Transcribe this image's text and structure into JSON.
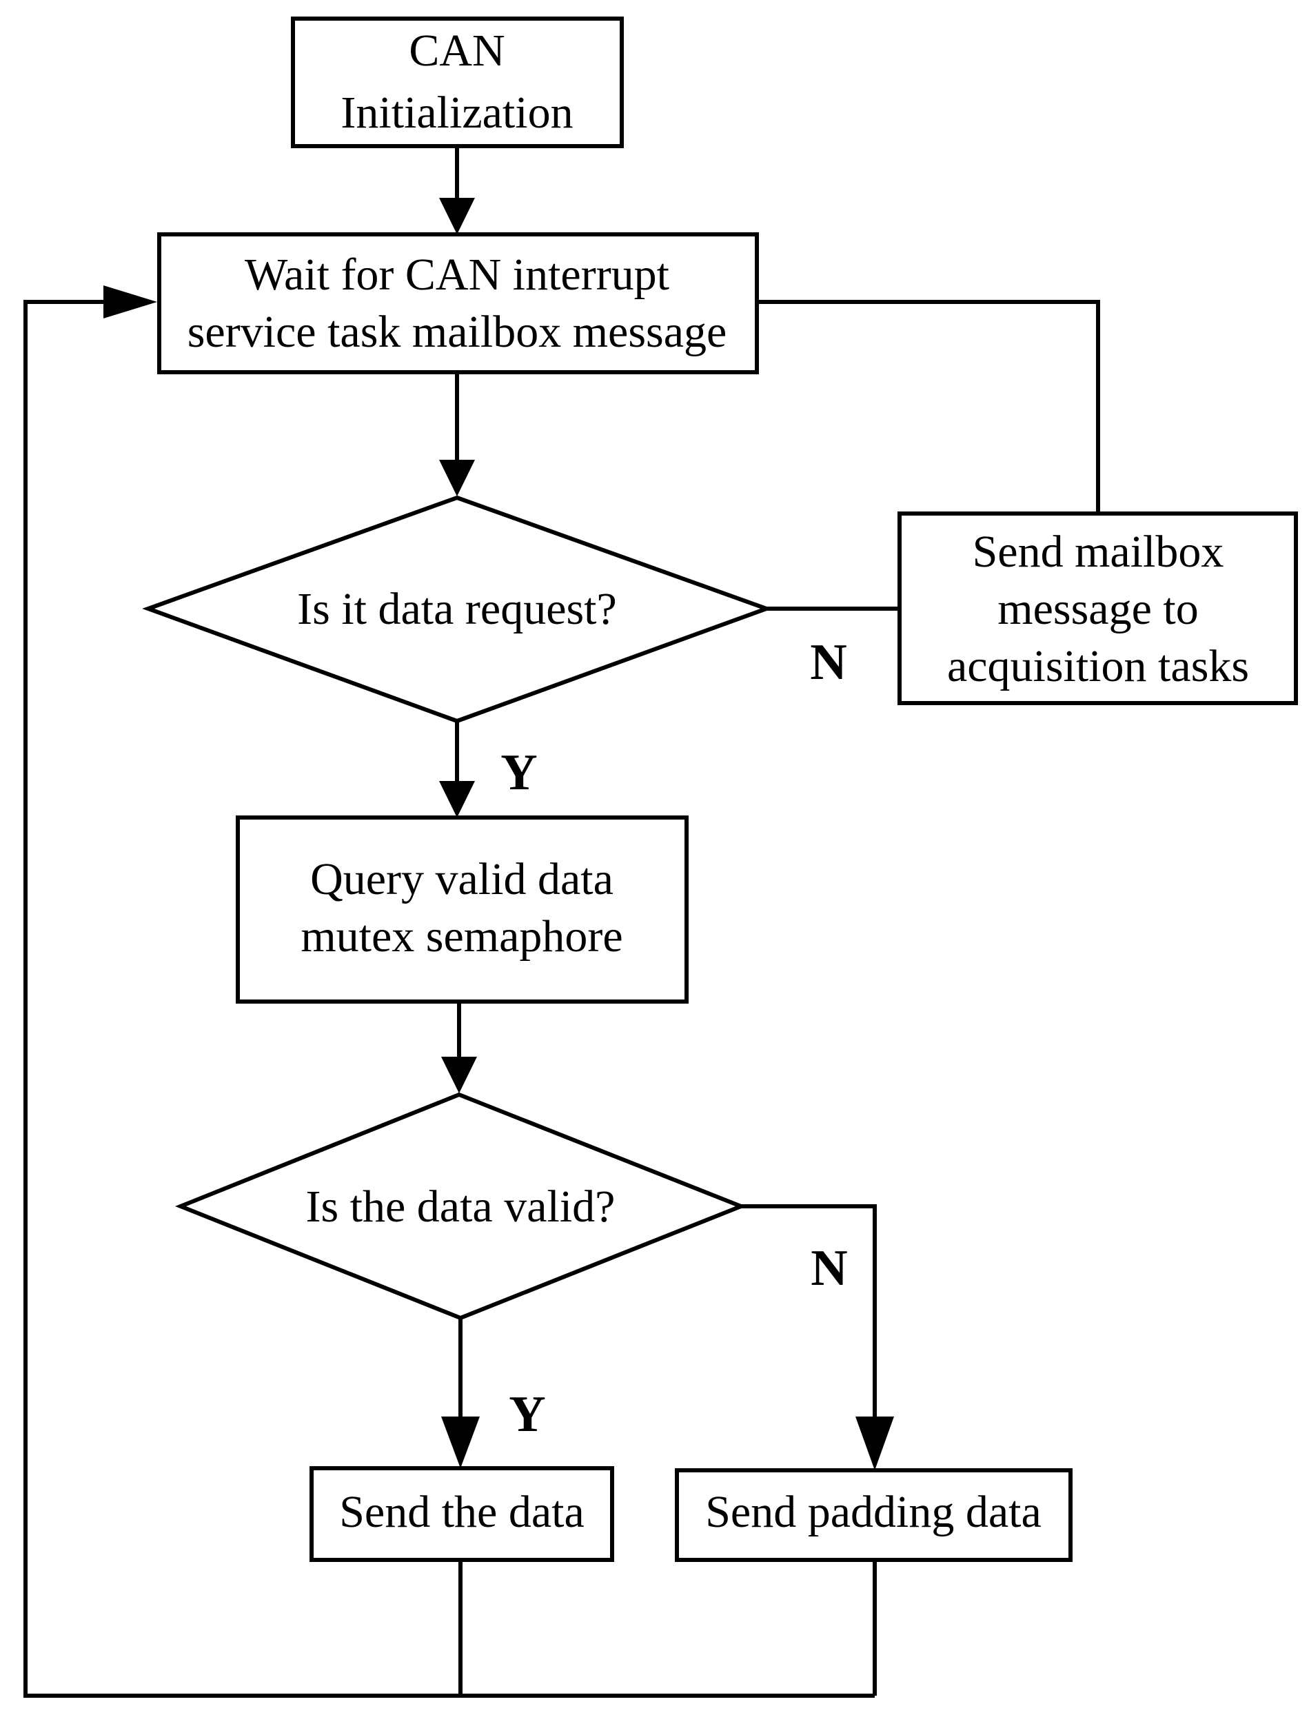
{
  "nodes": {
    "init": {
      "lines": [
        "CAN",
        "Initialization"
      ]
    },
    "wait": {
      "lines": [
        "Wait for CAN interrupt",
        "service task mailbox message"
      ]
    },
    "is_request": {
      "lines": [
        "Is it data request?"
      ]
    },
    "send_mailbox": {
      "lines": [
        "Send mailbox",
        "message to",
        "acquisition tasks"
      ]
    },
    "query": {
      "lines": [
        "Query valid data",
        "mutex semaphore"
      ]
    },
    "is_valid": {
      "lines": [
        "Is the data valid?"
      ]
    },
    "send_data": {
      "lines": [
        "Send the data"
      ]
    },
    "send_padding": {
      "lines": [
        "Send padding data"
      ]
    }
  },
  "labels": {
    "request_no": "N",
    "request_yes": "Y",
    "valid_no": "N",
    "valid_yes": "Y"
  }
}
